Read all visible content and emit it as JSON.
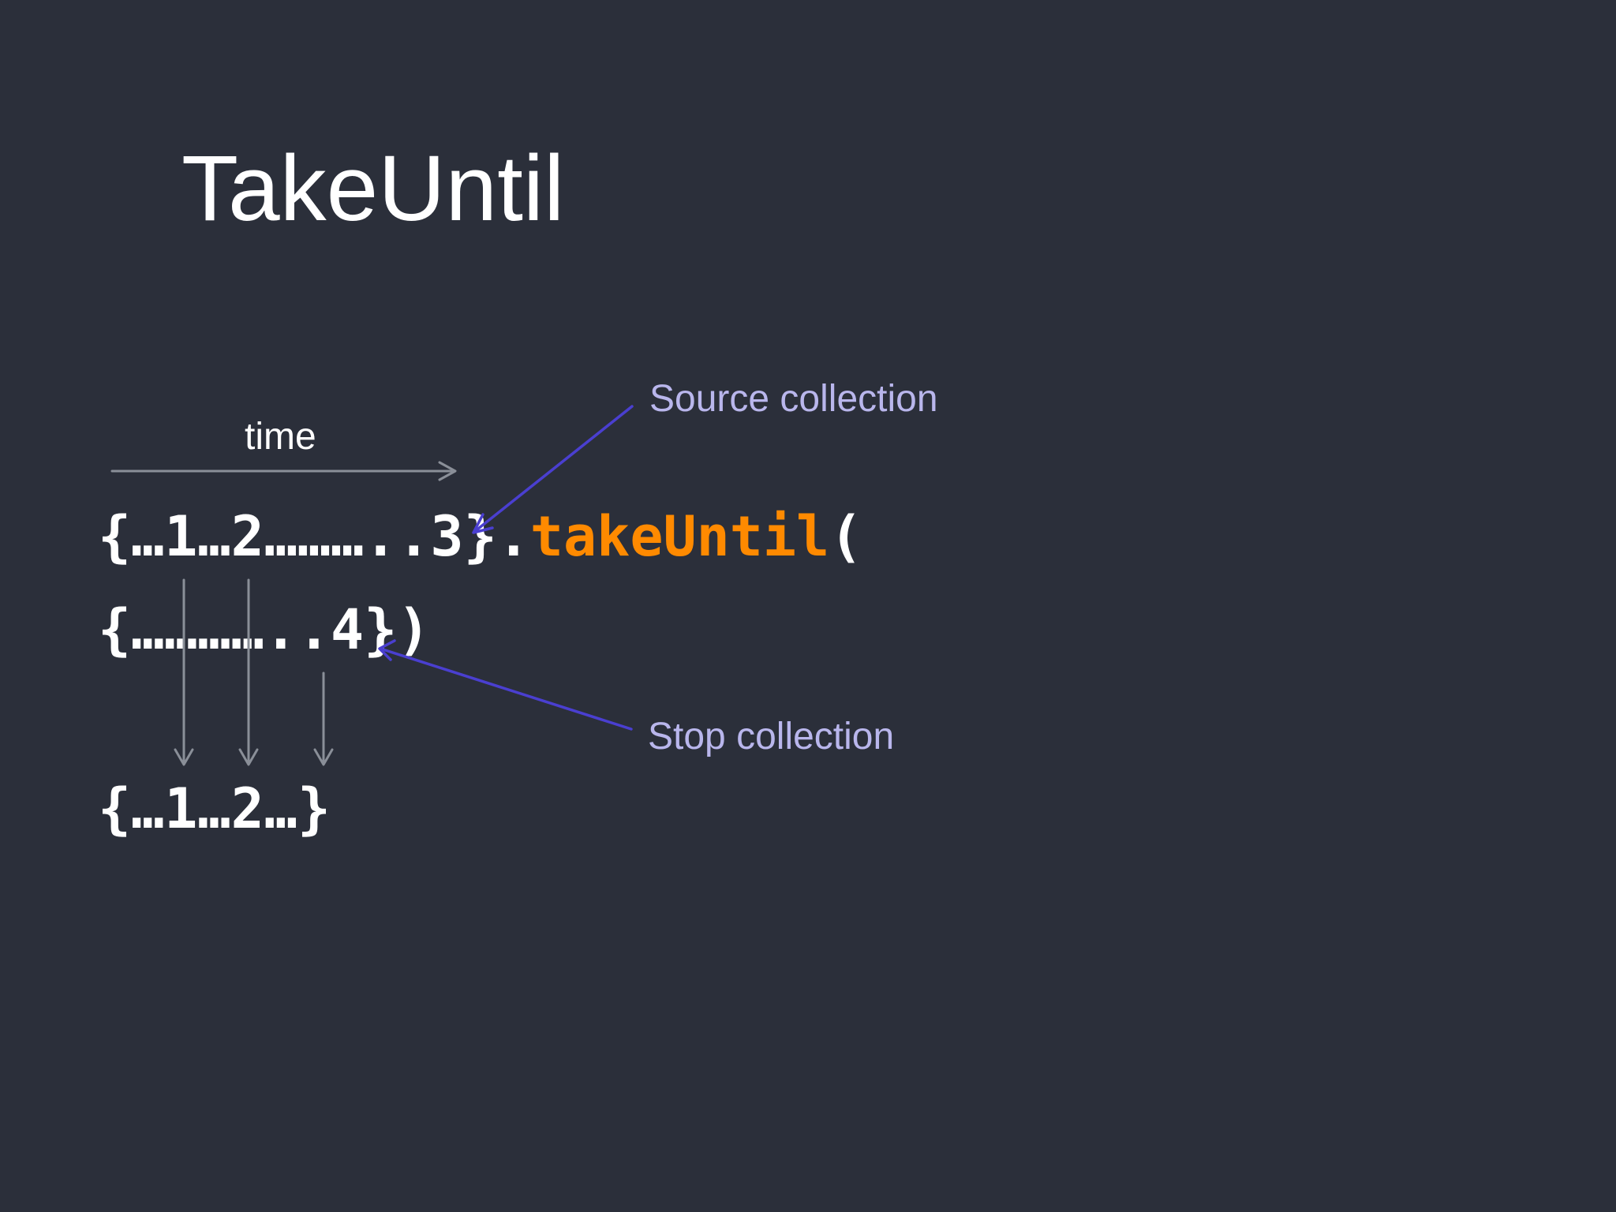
{
  "slide": {
    "title": "TakeUntil",
    "time_label": "time",
    "source_line": {
      "collection": "{…1…2………..3}",
      "dot": ".",
      "method": "takeUntil",
      "open_paren": "("
    },
    "stop_line": {
      "collection": "{…………..4}",
      "close_paren": ")"
    },
    "result_line": "{…1…2…}",
    "annotations": {
      "source": "Source collection",
      "stop": "Stop collection"
    }
  },
  "colors": {
    "background": "#2b2f3a",
    "text": "#ffffff",
    "method": "#ff8a00",
    "annotation_text": "#b9b6ec",
    "annotation_arrow": "#4a3fd0",
    "guide_arrow": "#8a8f98"
  }
}
